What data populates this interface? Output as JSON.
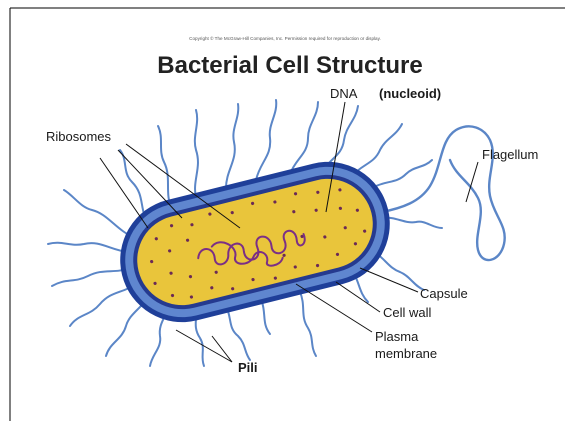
{
  "copyright": "Copyright © The McGraw-Hill Companies, Inc. Permission required for reproduction or display.",
  "title": "Bacterial Cell Structure",
  "labels": {
    "dna": "DNA",
    "nucleoid": "(nucleoid)",
    "ribosomes": "Ribosomes",
    "flagellum": "Flagellum",
    "capsule": "Capsule",
    "cell_wall": "Cell wall",
    "plasma_line1": "Plasma",
    "plasma_line2": "membrane",
    "pili": "Pili"
  },
  "colors": {
    "capsule": "#1f3f99",
    "cell_wall": "#5f86cf",
    "membrane": "#253a8f",
    "cytoplasm": "#e9c53b",
    "ribosome": "#6b2a55",
    "dna": "#7b2f86",
    "pili": "#5b86c7"
  }
}
